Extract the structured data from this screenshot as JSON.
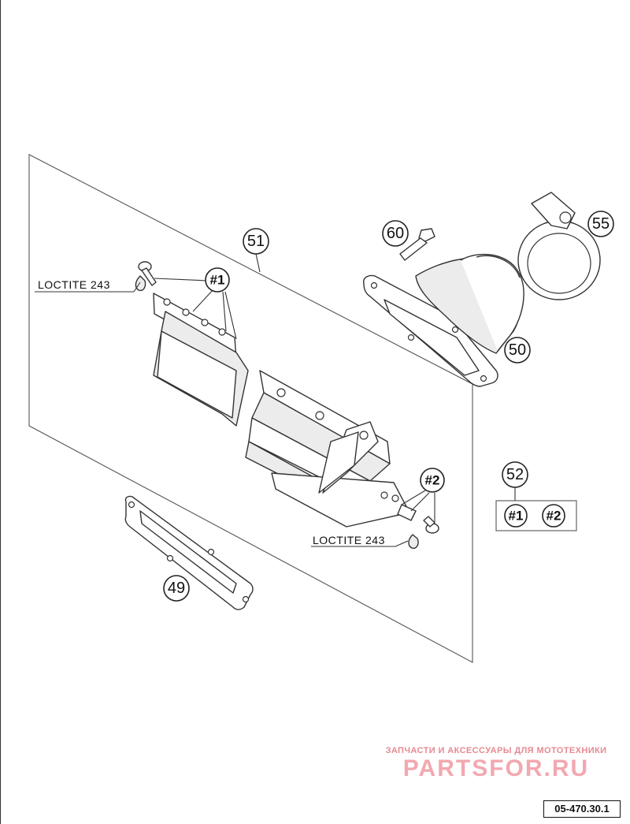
{
  "callouts": {
    "p51": "51",
    "p60": "60",
    "p55": "55",
    "p50": "50",
    "p52": "52",
    "p49": "49"
  },
  "tags": {
    "t1": "#1",
    "t2": "#2",
    "kit1": "#1",
    "kit2": "#2"
  },
  "labels": {
    "loctite_top": "LOCTITE 243",
    "loctite_bottom": "LOCTITE 243"
  },
  "watermark": {
    "tagline": "ЗАПЧАСТИ И АКСЕССУАРЫ ДЛЯ МОТОТЕХНИКИ",
    "brand": "PARTSFOR.RU",
    "color": "#f2a8b0"
  },
  "drawing_number": "05-470.30.1"
}
